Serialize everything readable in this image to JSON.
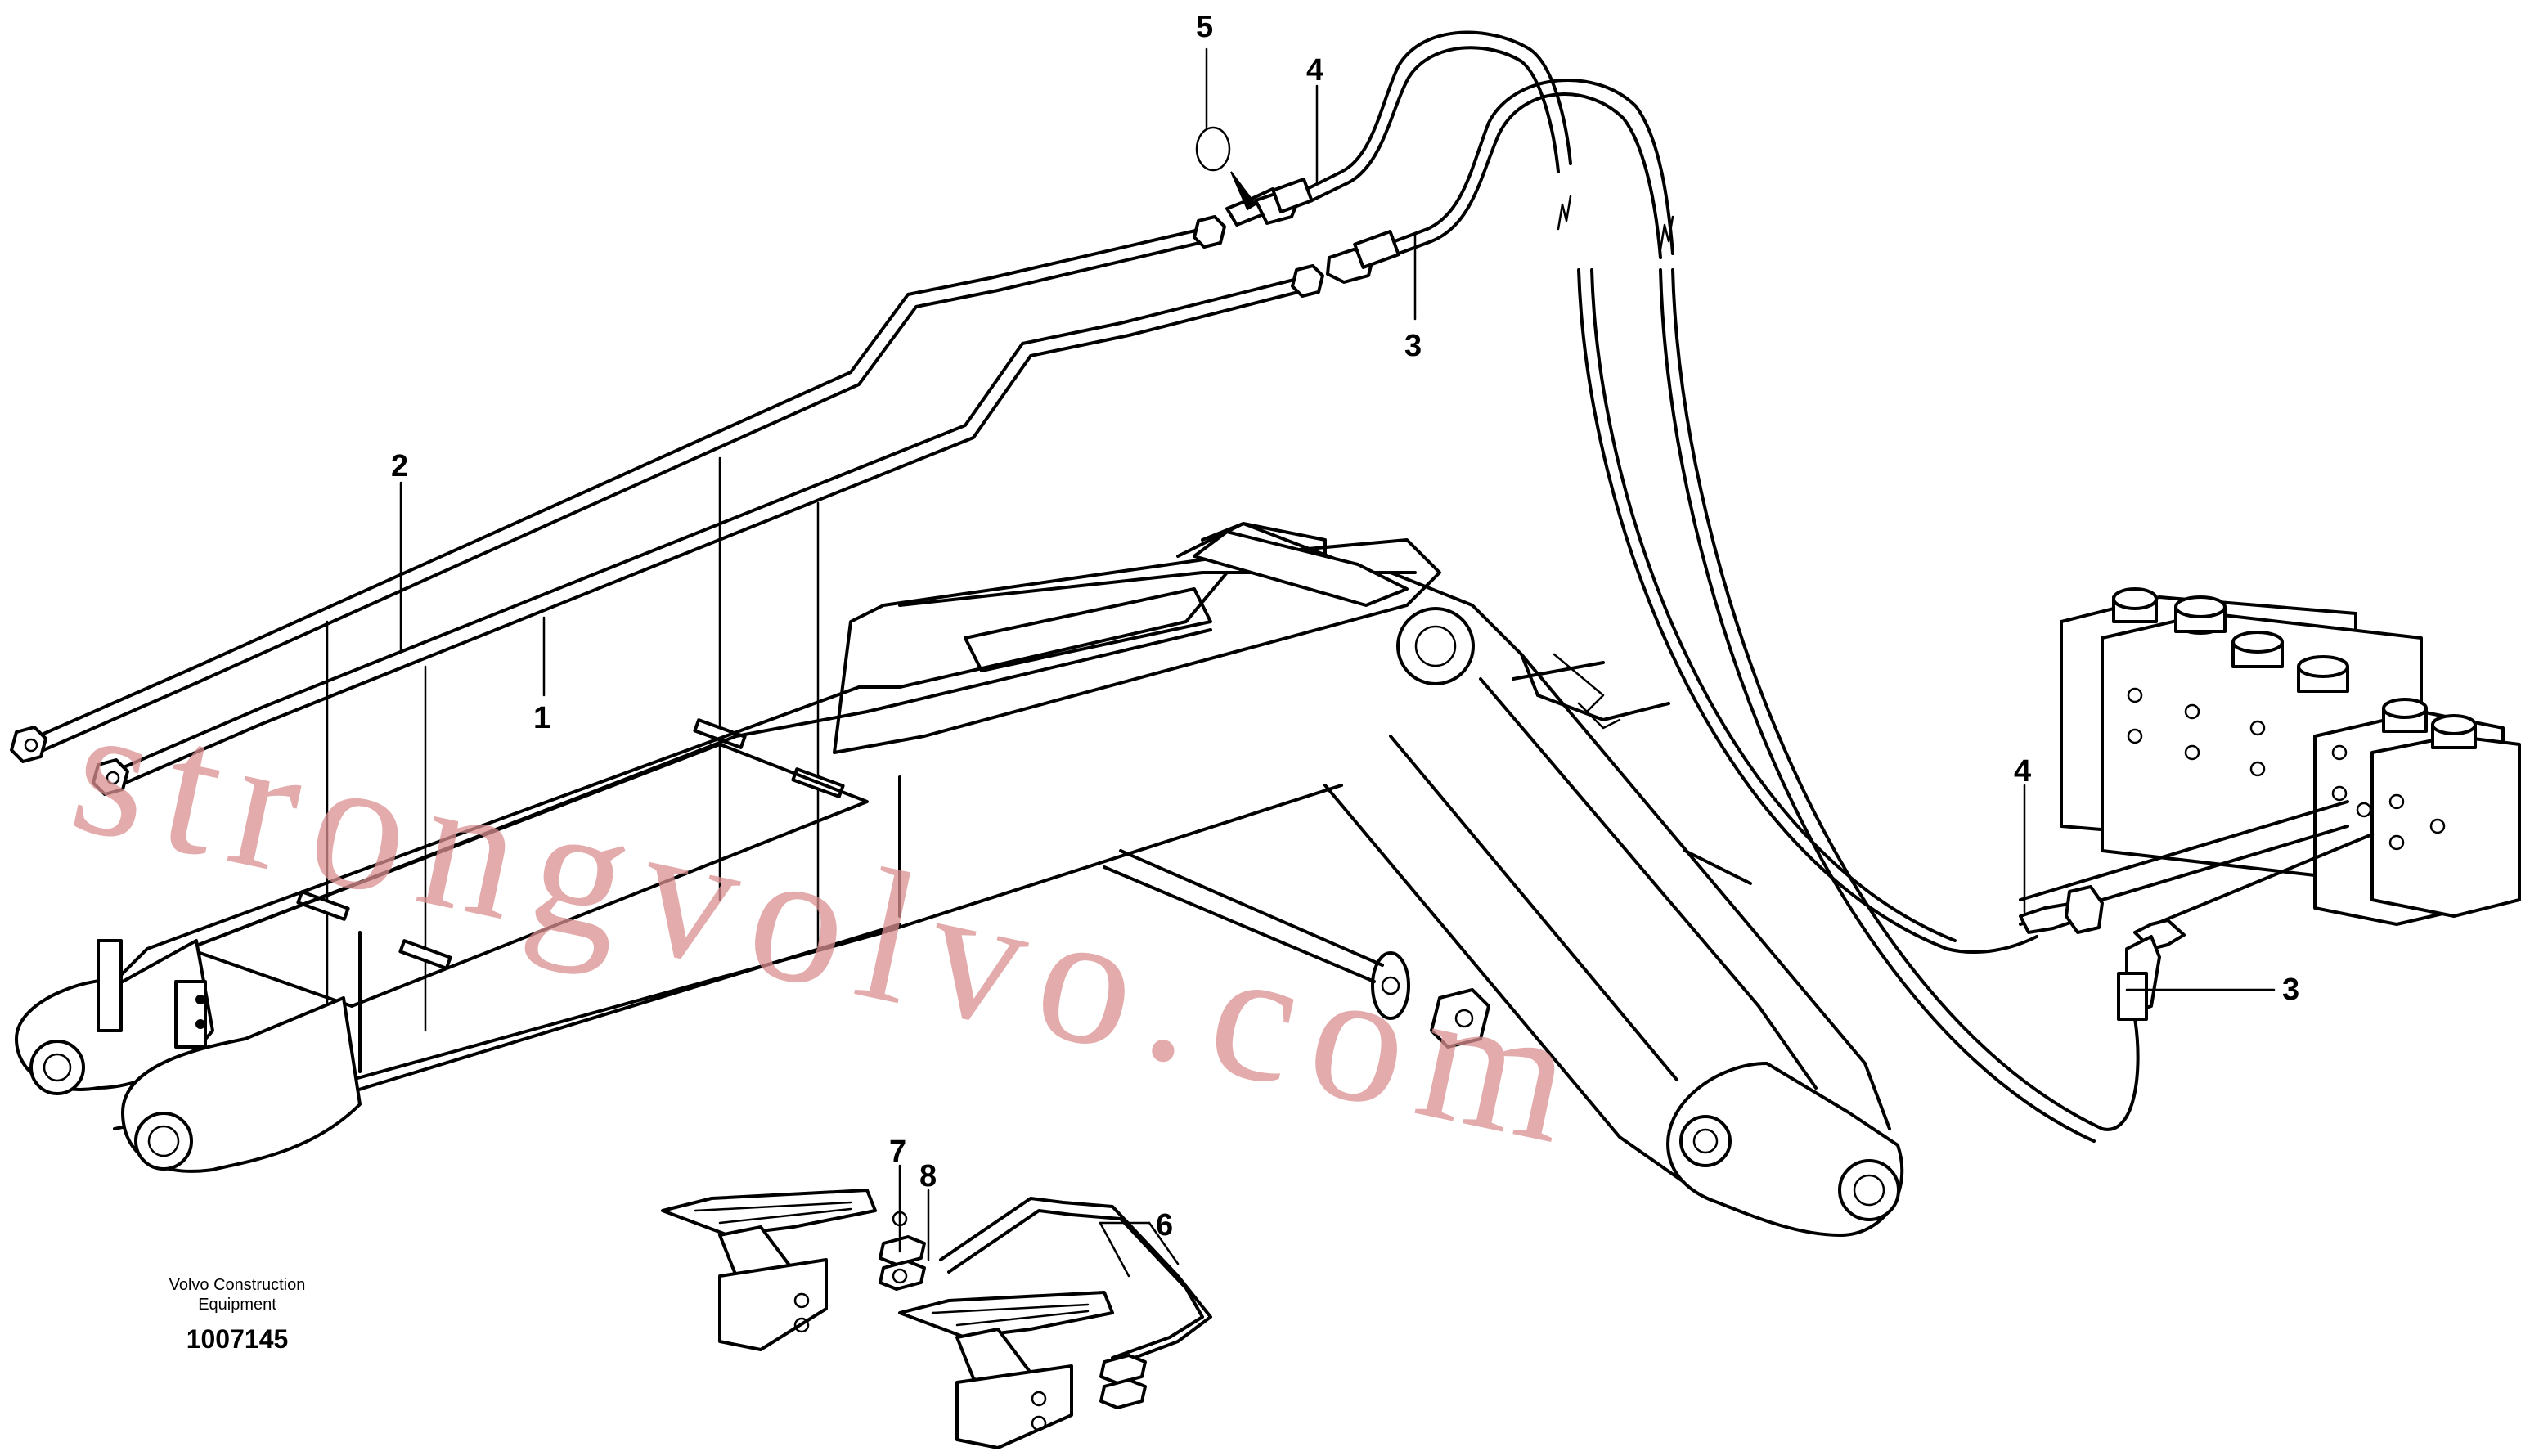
{
  "callouts": {
    "c1": "1",
    "c2": "2",
    "c3a": "3",
    "c3b": "3",
    "c4a": "4",
    "c4b": "4",
    "c5": "5",
    "c6": "6",
    "c7": "7",
    "c8": "8"
  },
  "caption": {
    "line1": "Volvo Construction",
    "line2": "Equipment",
    "doc_number": "1007145"
  },
  "watermark": "strongvolvo.com",
  "colors": {
    "line": "#000000",
    "background": "#ffffff",
    "watermark": "#d98f8f"
  }
}
